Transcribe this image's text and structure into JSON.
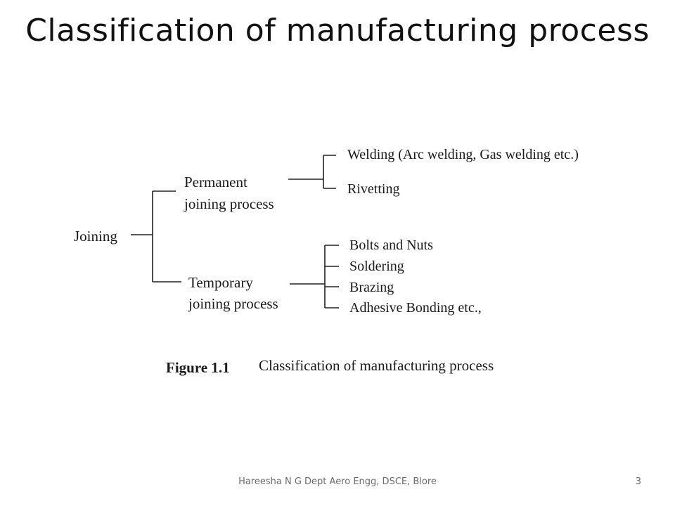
{
  "slide": {
    "title": "Classification of manufacturing process"
  },
  "diagram": {
    "root": "Joining",
    "branches": [
      {
        "label_line1": "Permanent",
        "label_line2": "joining process",
        "children": [
          "Welding (Arc welding, Gas welding etc.)",
          "Rivetting"
        ]
      },
      {
        "label_line1": "Temporary",
        "label_line2": "joining process",
        "children": [
          "Bolts and Nuts",
          "Soldering",
          "Brazing",
          "Adhesive Bonding etc.,"
        ]
      }
    ]
  },
  "caption": {
    "label": "Figure 1.1",
    "text": "Classification of manufacturing process"
  },
  "footer": {
    "text": "Hareesha N G Dept  Aero Engg, DSCE, Blore",
    "page_number": "3"
  }
}
